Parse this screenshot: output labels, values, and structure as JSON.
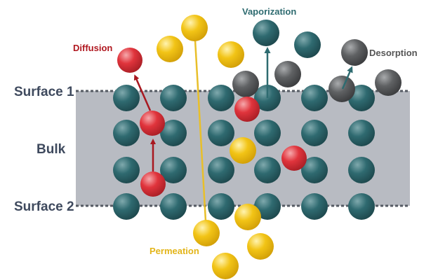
{
  "labels": {
    "surface1": "Surface 1",
    "bulk": "Bulk",
    "surface2": "Surface 2",
    "diffusion": "Diffusion",
    "vaporization": "Vaporization",
    "desorption": "Desorption",
    "permeation": "Permeation"
  },
  "colors": {
    "text_dark": "#3f4a5e",
    "bulk_fill": "#b8bbc2",
    "surface_line": "#555a63",
    "lattice_atom": "#2f6a70",
    "vapor_atom": "#2f6a70",
    "desorbed_atom": "#5f6163",
    "diffusing_atom": "#e0343c",
    "permeating_atom": "#f2c416",
    "diffusion_text": "#b01820",
    "diffusion_arrow": "#a81820",
    "vaporization_text": "#2e6b70",
    "vaporization_arrow": "#2e6b70",
    "desorption_text": "#555555",
    "desorption_arrow": "#2e6b70",
    "permeation_text": "#e3b51a",
    "permeation_line": "#e8bf2a"
  },
  "atom_kinds": [
    "lattice",
    "vaporizing",
    "desorbing",
    "diffusing",
    "permeating"
  ]
}
